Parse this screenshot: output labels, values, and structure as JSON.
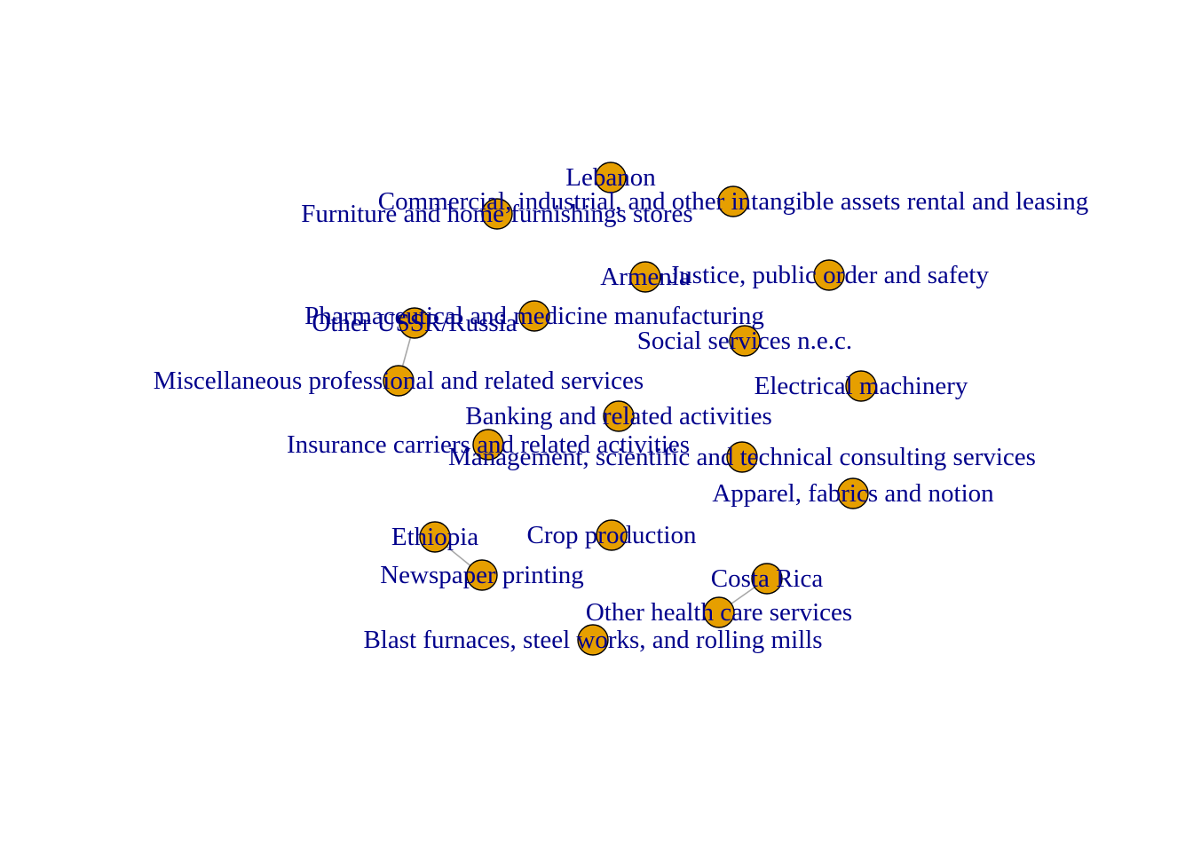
{
  "diagram": {
    "type": "network",
    "colors": {
      "node_fill": "#E69F00",
      "node_stroke": "#000000",
      "edge": "#A8A8A8",
      "label": "#00008B",
      "background": "#FFFFFF"
    },
    "nodes": [
      {
        "id": "lebanon",
        "label": "Lebanon"
      },
      {
        "id": "commercial",
        "label": "Commercial, industrial, and other intangible assets rental and leasing"
      },
      {
        "id": "furniture",
        "label": "Furniture and home furnishings stores"
      },
      {
        "id": "armenia",
        "label": "Armenia"
      },
      {
        "id": "justice",
        "label": "Justice, public order and safety"
      },
      {
        "id": "pharma",
        "label": "Pharmaceutical and medicine manufacturing"
      },
      {
        "id": "ussr",
        "label": "Other USSR/Russia"
      },
      {
        "id": "social",
        "label": "Social services n.e.c."
      },
      {
        "id": "misc_prof",
        "label": "Miscellaneous professional and related services"
      },
      {
        "id": "electrical",
        "label": "Electrical machinery"
      },
      {
        "id": "banking",
        "label": "Banking and related activities"
      },
      {
        "id": "insurance",
        "label": "Insurance carriers and related activities"
      },
      {
        "id": "management",
        "label": "Management, scientific and technical consulting services"
      },
      {
        "id": "apparel",
        "label": "Apparel, fabrics and notion"
      },
      {
        "id": "ethiopia",
        "label": "Ethiopia"
      },
      {
        "id": "crop",
        "label": "Crop production"
      },
      {
        "id": "newspaper",
        "label": "Newspaper printing"
      },
      {
        "id": "costa_rica",
        "label": "Costa Rica"
      },
      {
        "id": "health",
        "label": "Other health care services"
      },
      {
        "id": "blast",
        "label": "Blast furnaces, steel works, and rolling mills"
      }
    ],
    "edges": [
      {
        "source": "ussr",
        "target": "misc_prof"
      },
      {
        "source": "ethiopia",
        "target": "newspaper"
      },
      {
        "source": "costa_rica",
        "target": "health"
      }
    ]
  }
}
